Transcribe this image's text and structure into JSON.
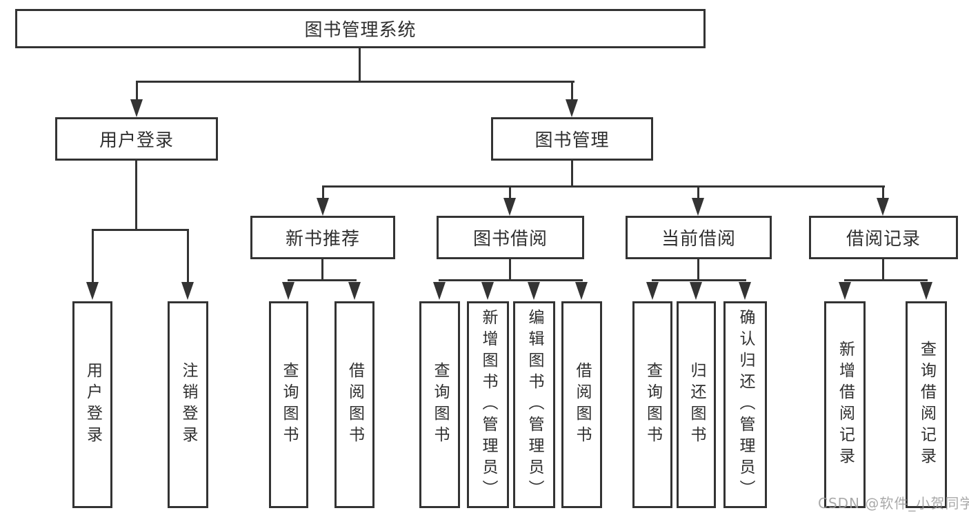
{
  "title": "图书管理系统",
  "watermark": {
    "text": "CSDN @软件_小贺同学"
  },
  "colors": {
    "line": "#333333",
    "text": "#2f2f2f",
    "background": "#ffffff",
    "watermark": "#9b9b9b"
  },
  "tree": {
    "label": "图书管理系统",
    "children": [
      {
        "label": "用户登录",
        "children": [
          {
            "label": "用户登录"
          },
          {
            "label": "注销登录"
          }
        ]
      },
      {
        "label": "图书管理",
        "children": [
          {
            "label": "新书推荐",
            "children": [
              {
                "label": "查询图书"
              },
              {
                "label": "借阅图书"
              }
            ]
          },
          {
            "label": "图书借阅",
            "children": [
              {
                "label": "查询图书"
              },
              {
                "label": "新增图书（管理员）"
              },
              {
                "label": "编辑图书（管理员）"
              },
              {
                "label": "借阅图书"
              }
            ]
          },
          {
            "label": "当前借阅",
            "children": [
              {
                "label": "查询图书"
              },
              {
                "label": "归还图书"
              },
              {
                "label": "确认归还（管理员）"
              }
            ]
          },
          {
            "label": "借阅记录",
            "children": [
              {
                "label": "新增借阅记录"
              },
              {
                "label": "查询借阅记录"
              }
            ]
          }
        ]
      }
    ]
  }
}
